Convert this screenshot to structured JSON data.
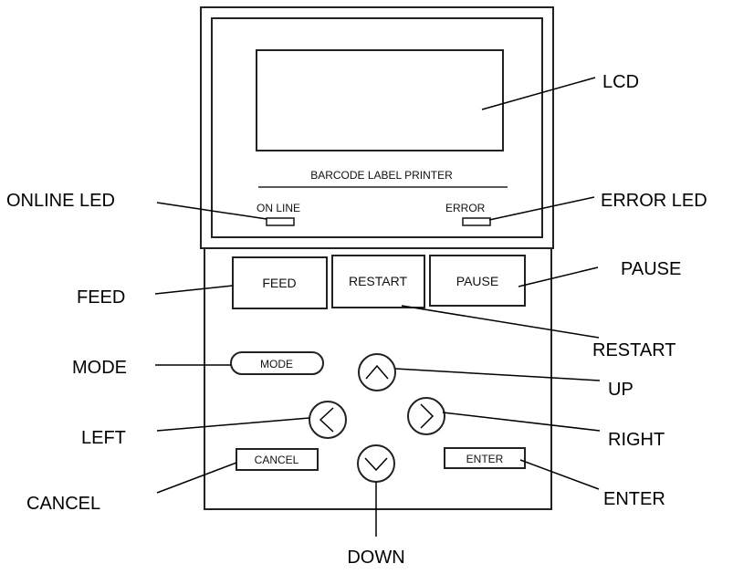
{
  "panel": {
    "brand_text": "BARCODE LABEL PRINTER",
    "online_label": "ON LINE",
    "error_label": "ERROR",
    "buttons": {
      "feed": "FEED",
      "restart": "RESTART",
      "pause": "PAUSE",
      "mode": "MODE",
      "cancel": "CANCEL",
      "enter": "ENTER"
    }
  },
  "callouts": {
    "lcd": "LCD",
    "online_led": "ONLINE LED",
    "error_led": "ERROR LED",
    "feed": "FEED",
    "pause": "PAUSE",
    "restart": "RESTART",
    "mode": "MODE",
    "up": "UP",
    "left": "LEFT",
    "right": "RIGHT",
    "cancel": "CANCEL",
    "enter": "ENTER",
    "down": "DOWN"
  }
}
